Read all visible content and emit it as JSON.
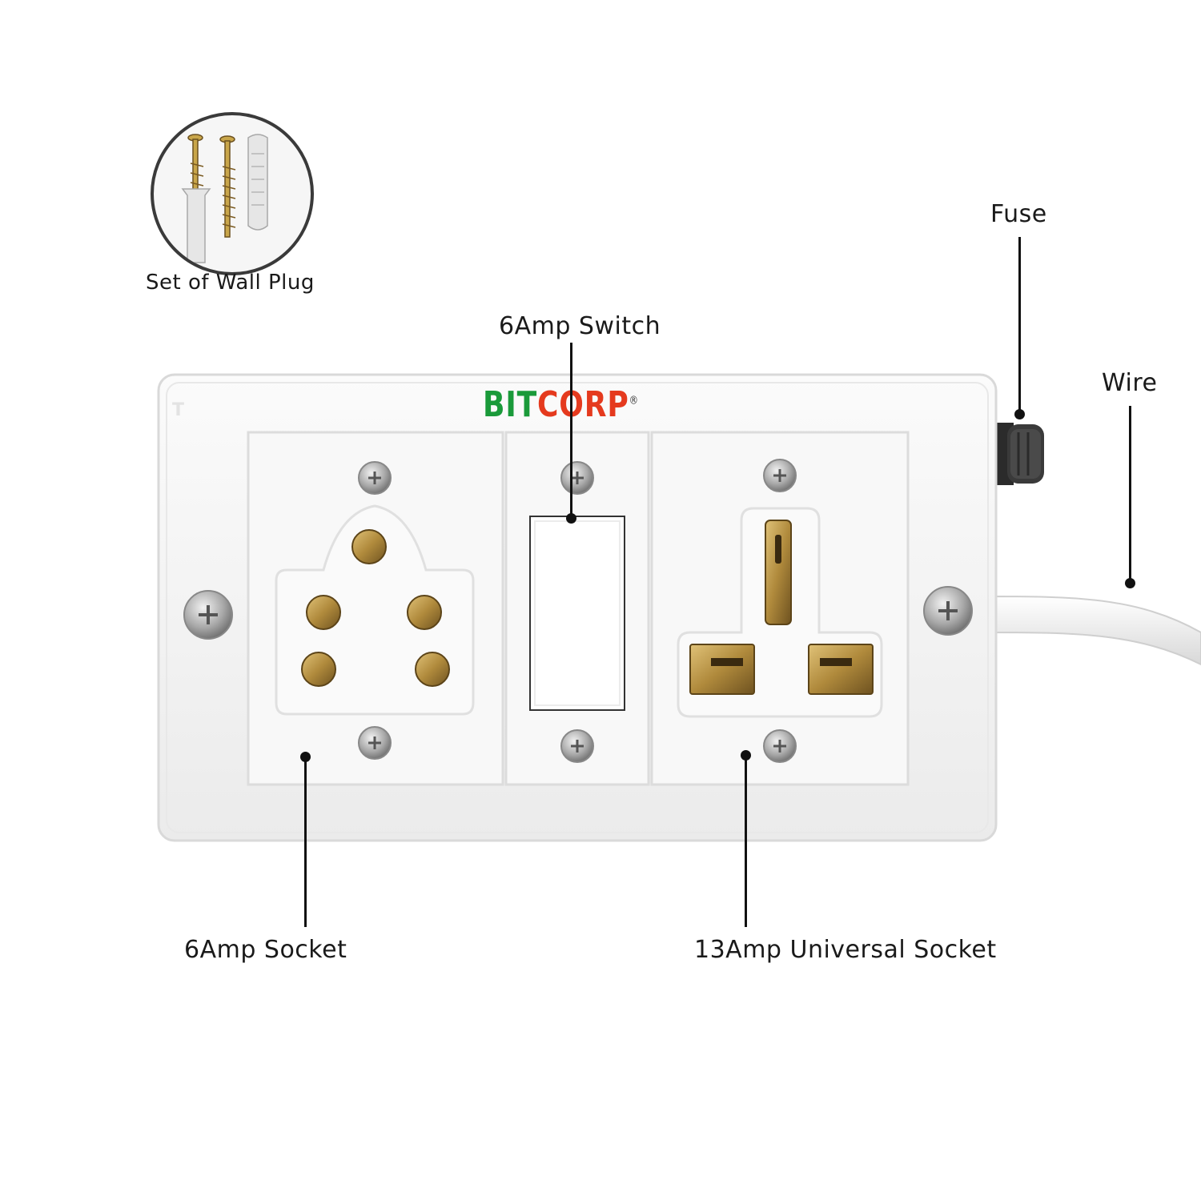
{
  "brand": {
    "part1": "BIT",
    "part2": "CORP",
    "registered": "®",
    "part1_color": "#1a9a3a",
    "part2_color": "#e53a1e"
  },
  "labels": {
    "wall_plug": "Set of Wall Plug",
    "switch": "6Amp Switch",
    "fuse": "Fuse",
    "wire": "Wire",
    "socket_6a": "6Amp Socket",
    "socket_13a": "13Amp Universal Socket"
  },
  "colors": {
    "brass": "#b89548",
    "plate": "#f4f4f4",
    "leader": "#111111"
  }
}
